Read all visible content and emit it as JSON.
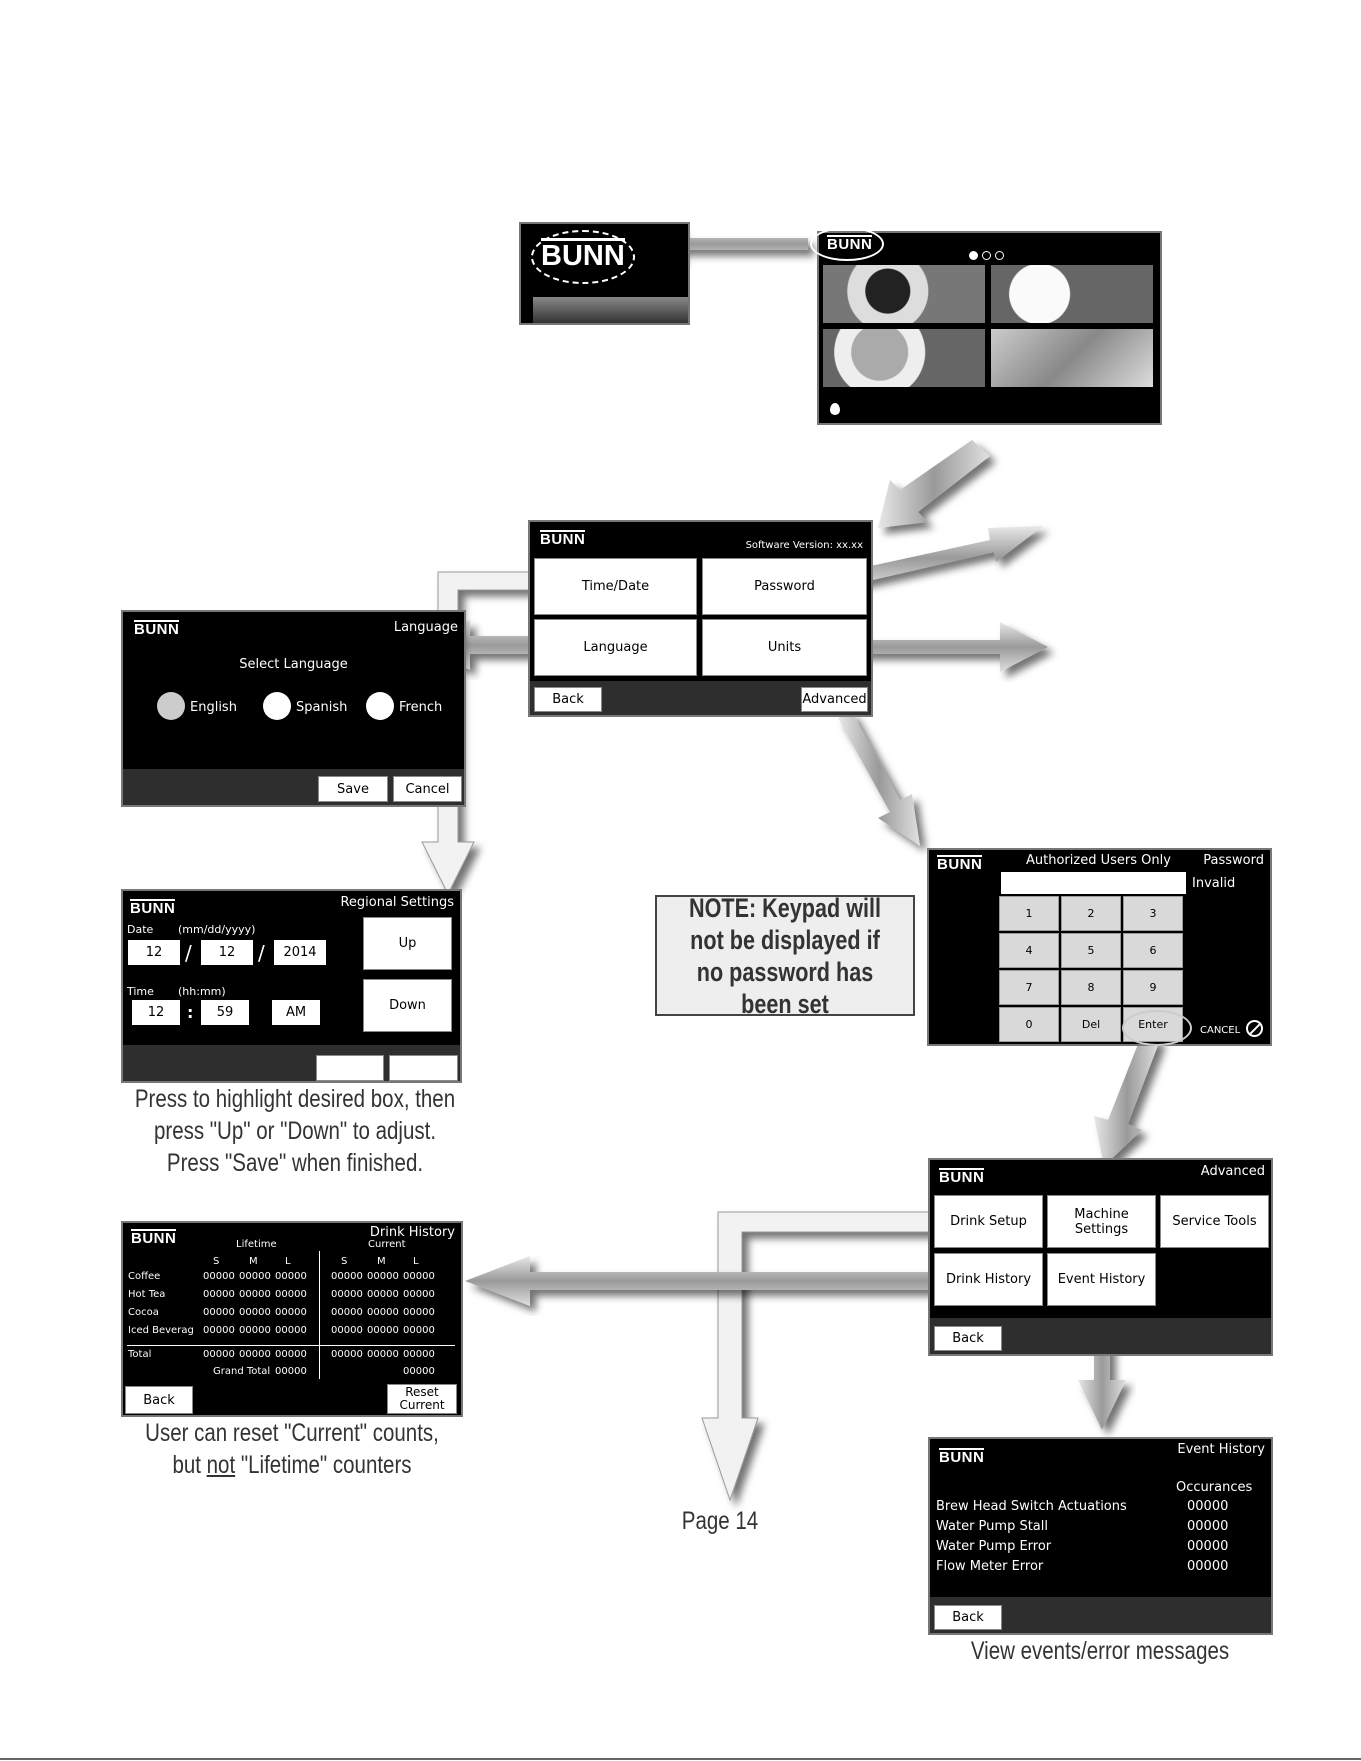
{
  "brand": "BUNN",
  "home_screen": {
    "logo": "BUNN"
  },
  "zoom_inset": {
    "logo": "BUNN"
  },
  "settings_menu": {
    "logo": "BUNN",
    "version": "Software Version: xx.xx",
    "buttons": [
      "Time/Date",
      "Password",
      "Language",
      "Units"
    ],
    "back": "Back",
    "advanced": "Advanced"
  },
  "language_screen": {
    "logo": "BUNN",
    "title": "Language",
    "prompt": "Select Language",
    "options": [
      "English",
      "Spanish",
      "French"
    ],
    "save": "Save",
    "cancel": "Cancel"
  },
  "regional_screen": {
    "logo": "BUNN",
    "title": "Regional Settings",
    "date_label": "Date",
    "date_format": "(mm/dd/yyyy)",
    "month": "12",
    "day": "12",
    "year": "2014",
    "slash": "/",
    "time_label": "Time",
    "time_format": "(hh:mm)",
    "hour": "12",
    "colon": ":",
    "minute": "59",
    "ampm": "AM",
    "up": "Up",
    "down": "Down"
  },
  "regional_caption": [
    "Press to highlight desired box, then",
    "press \"Up\" or \"Down\" to adjust.",
    "Press \"Save\" when finished."
  ],
  "note": "NOTE: Keypad will not be displayed if no password has been set",
  "password_screen": {
    "logo": "BUNN",
    "header": "Authorized Users Only",
    "title": "Password",
    "status": "Invalid",
    "keys": [
      "1",
      "2",
      "3",
      "4",
      "5",
      "6",
      "7",
      "8",
      "9",
      "0",
      "Del",
      "Enter"
    ],
    "cancel": "CANCEL"
  },
  "advanced_screen": {
    "logo": "BUNN",
    "title": "Advanced",
    "buttons": [
      "Drink Setup",
      "Machine Settings",
      "Service Tools",
      "Drink History",
      "Event History"
    ],
    "back": "Back"
  },
  "drink_history": {
    "logo": "BUNN",
    "title": "Drink History",
    "lifetime": "Lifetime",
    "current": "Current",
    "sizes": [
      "S",
      "M",
      "L",
      "S",
      "M",
      "L"
    ],
    "rows": [
      {
        "label": "Coffee",
        "values": [
          "00000",
          "00000",
          "00000",
          "00000",
          "00000",
          "00000"
        ]
      },
      {
        "label": "Hot Tea",
        "values": [
          "00000",
          "00000",
          "00000",
          "00000",
          "00000",
          "00000"
        ]
      },
      {
        "label": "Cocoa",
        "values": [
          "00000",
          "00000",
          "00000",
          "00000",
          "00000",
          "00000"
        ]
      },
      {
        "label": "Iced Beverag",
        "values": [
          "00000",
          "00000",
          "00000",
          "00000",
          "00000",
          "00000"
        ]
      }
    ],
    "total_label": "Total",
    "total_values": [
      "00000",
      "00000",
      "00000",
      "00000",
      "00000",
      "00000"
    ],
    "grand_total_label": "Grand Total",
    "grand_total_lifetime": "00000",
    "grand_total_current": "00000",
    "back": "Back",
    "reset": "Reset Current"
  },
  "drink_caption": {
    "line1": "User can reset \"Current\" counts,",
    "pre": "but ",
    "underlined": "not",
    "post": " \"Lifetime\" counters"
  },
  "event_history": {
    "logo": "BUNN",
    "title": "Event History",
    "column": "Occurances",
    "rows": [
      {
        "label": "Brew Head Switch Actuations",
        "value": "00000"
      },
      {
        "label": "Water Pump Stall",
        "value": "00000"
      },
      {
        "label": "Water Pump Error",
        "value": "00000"
      },
      {
        "label": "Flow Meter Error",
        "value": "00000"
      }
    ],
    "back": "Back"
  },
  "event_caption": "View events/error messages",
  "page_label": "Page 14"
}
